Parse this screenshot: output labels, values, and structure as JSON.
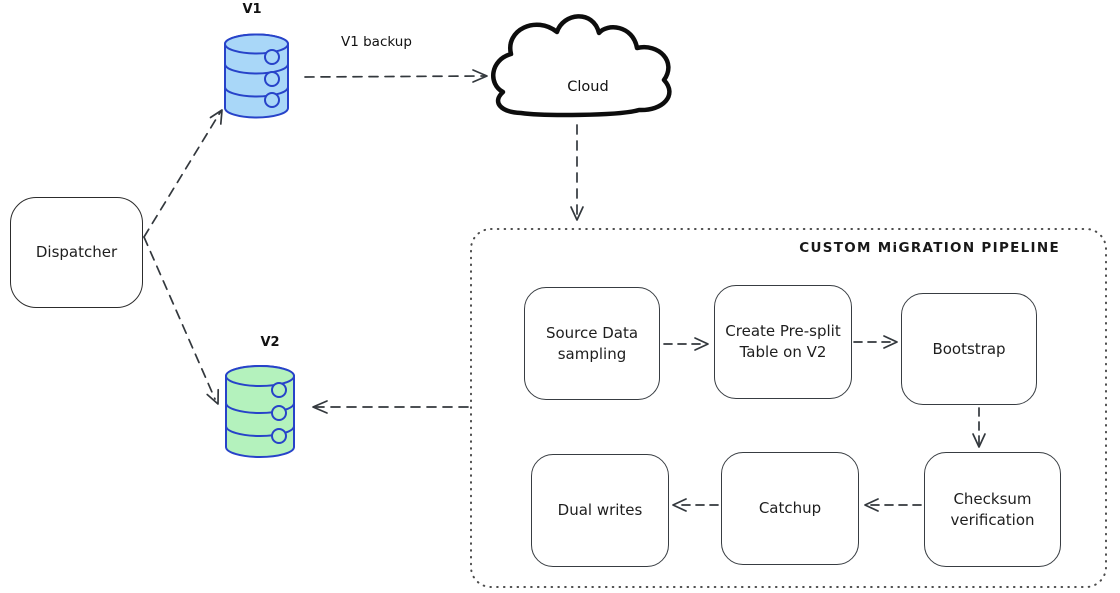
{
  "nodes": {
    "dispatcher": {
      "label": "Dispatcher"
    },
    "v1": {
      "label": "V1"
    },
    "v2": {
      "label": "V2"
    },
    "cloud": {
      "label": "Cloud"
    }
  },
  "edges": {
    "v1_backup_label": "V1 backup"
  },
  "pipeline": {
    "title": "CUSTOM MiGRATION PIPELINE",
    "steps": [
      {
        "label": "Source Data sampling"
      },
      {
        "label": "Create Pre-split Table on V2"
      },
      {
        "label": "Bootstrap"
      },
      {
        "label": "Checksum verification"
      },
      {
        "label": "Catchup"
      },
      {
        "label": "Dual writes"
      }
    ]
  },
  "colors": {
    "background": "#ffffff",
    "v1_db_fill": "#a9d7f8",
    "v2_db_fill": "#b4f2bd",
    "db_stroke": "#2743c9",
    "edge_stroke": "#33383d",
    "box_stroke": "#383d42",
    "cloud_stroke": "#0d0d0d",
    "pipeline_border": "#4b4b4b"
  }
}
